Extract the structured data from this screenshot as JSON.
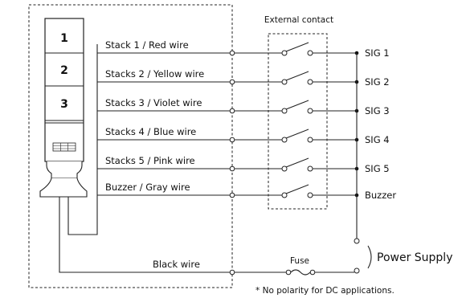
{
  "tower": {
    "tiers": [
      "1",
      "2",
      "3"
    ]
  },
  "wires": [
    {
      "wire_label": "Stack 1 / Red wire",
      "output": "SIG 1"
    },
    {
      "wire_label": "Stacks 2 / Yellow wire",
      "output": "SIG 2"
    },
    {
      "wire_label": "Stacks 3 / Violet wire",
      "output": "SIG 3"
    },
    {
      "wire_label": "Stacks 4 / Blue wire",
      "output": "SIG 4"
    },
    {
      "wire_label": "Stacks 5 / Pink wire",
      "output": "SIG 5"
    },
    {
      "wire_label": "Buzzer / Gray wire",
      "output": "Buzzer"
    }
  ],
  "external_contact_label": "External contact",
  "black_wire_label": "Black wire",
  "fuse_label": "Fuse",
  "power_supply_label": "Power Supply",
  "footnote": "* No polarity for DC applications."
}
